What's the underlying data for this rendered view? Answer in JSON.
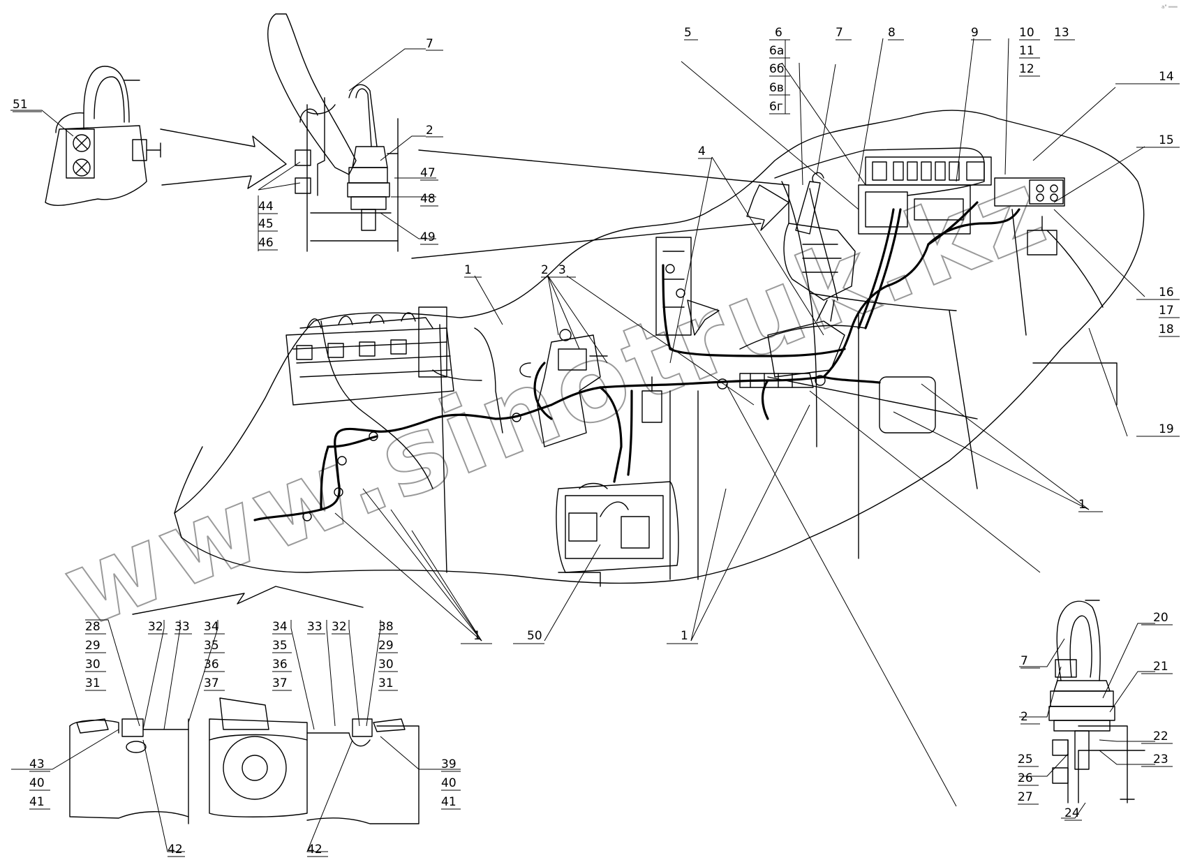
{
  "watermark": "www.sinotruk.kz",
  "corner_mark": "a° ═══",
  "callouts": [
    {
      "id": "c51",
      "text": "51"
    },
    {
      "id": "c7a",
      "text": "7"
    },
    {
      "id": "c2a",
      "text": "2"
    },
    {
      "id": "c47",
      "text": "47"
    },
    {
      "id": "c48",
      "text": "48"
    },
    {
      "id": "c49",
      "text": "49"
    },
    {
      "id": "c44",
      "text": "44"
    },
    {
      "id": "c45",
      "text": "45"
    },
    {
      "id": "c46",
      "text": "46"
    },
    {
      "id": "c5",
      "text": "5"
    },
    {
      "id": "c6",
      "text": "6"
    },
    {
      "id": "c6a",
      "text": "6а"
    },
    {
      "id": "c6b",
      "text": "6б"
    },
    {
      "id": "c6v",
      "text": "6в"
    },
    {
      "id": "c6g",
      "text": "6г"
    },
    {
      "id": "c7b",
      "text": "7"
    },
    {
      "id": "c8",
      "text": "8"
    },
    {
      "id": "c9",
      "text": "9"
    },
    {
      "id": "c10",
      "text": "10"
    },
    {
      "id": "c11",
      "text": "11"
    },
    {
      "id": "c12",
      "text": "12"
    },
    {
      "id": "c13",
      "text": "13"
    },
    {
      "id": "c14",
      "text": "14"
    },
    {
      "id": "c15",
      "text": "15"
    },
    {
      "id": "c16",
      "text": "16"
    },
    {
      "id": "c17",
      "text": "17"
    },
    {
      "id": "c18",
      "text": "18"
    },
    {
      "id": "c19",
      "text": "19"
    },
    {
      "id": "c4",
      "text": "4"
    },
    {
      "id": "c1a",
      "text": "1"
    },
    {
      "id": "c2b",
      "text": "2"
    },
    {
      "id": "c3",
      "text": "3"
    },
    {
      "id": "c1b",
      "text": "1"
    },
    {
      "id": "c1c",
      "text": "1"
    },
    {
      "id": "c50",
      "text": "50"
    },
    {
      "id": "c1d",
      "text": "1"
    },
    {
      "id": "c28",
      "text": "28"
    },
    {
      "id": "c29a",
      "text": "29"
    },
    {
      "id": "c30a",
      "text": "30"
    },
    {
      "id": "c31a",
      "text": "31"
    },
    {
      "id": "c32a",
      "text": "32"
    },
    {
      "id": "c33a",
      "text": "33"
    },
    {
      "id": "c34a",
      "text": "34"
    },
    {
      "id": "c35a",
      "text": "35"
    },
    {
      "id": "c36a",
      "text": "36"
    },
    {
      "id": "c37a",
      "text": "37"
    },
    {
      "id": "c34b",
      "text": "34"
    },
    {
      "id": "c35b",
      "text": "35"
    },
    {
      "id": "c36b",
      "text": "36"
    },
    {
      "id": "c37b",
      "text": "37"
    },
    {
      "id": "c33b",
      "text": "33"
    },
    {
      "id": "c32b",
      "text": "32"
    },
    {
      "id": "c38",
      "text": "38"
    },
    {
      "id": "c29b",
      "text": "29"
    },
    {
      "id": "c30b",
      "text": "30"
    },
    {
      "id": "c31b",
      "text": "31"
    },
    {
      "id": "c43",
      "text": "43"
    },
    {
      "id": "c40a",
      "text": "40"
    },
    {
      "id": "c41a",
      "text": "41"
    },
    {
      "id": "c42a",
      "text": "42"
    },
    {
      "id": "c42b",
      "text": "42"
    },
    {
      "id": "c39",
      "text": "39"
    },
    {
      "id": "c40b",
      "text": "40"
    },
    {
      "id": "c41b",
      "text": "41"
    },
    {
      "id": "c7c",
      "text": "7"
    },
    {
      "id": "c2c",
      "text": "2"
    },
    {
      "id": "c20",
      "text": "20"
    },
    {
      "id": "c21",
      "text": "21"
    },
    {
      "id": "c22",
      "text": "22"
    },
    {
      "id": "c23",
      "text": "23"
    },
    {
      "id": "c25",
      "text": "25"
    },
    {
      "id": "c26",
      "text": "26"
    },
    {
      "id": "c27",
      "text": "27"
    },
    {
      "id": "c24",
      "text": "24"
    }
  ]
}
